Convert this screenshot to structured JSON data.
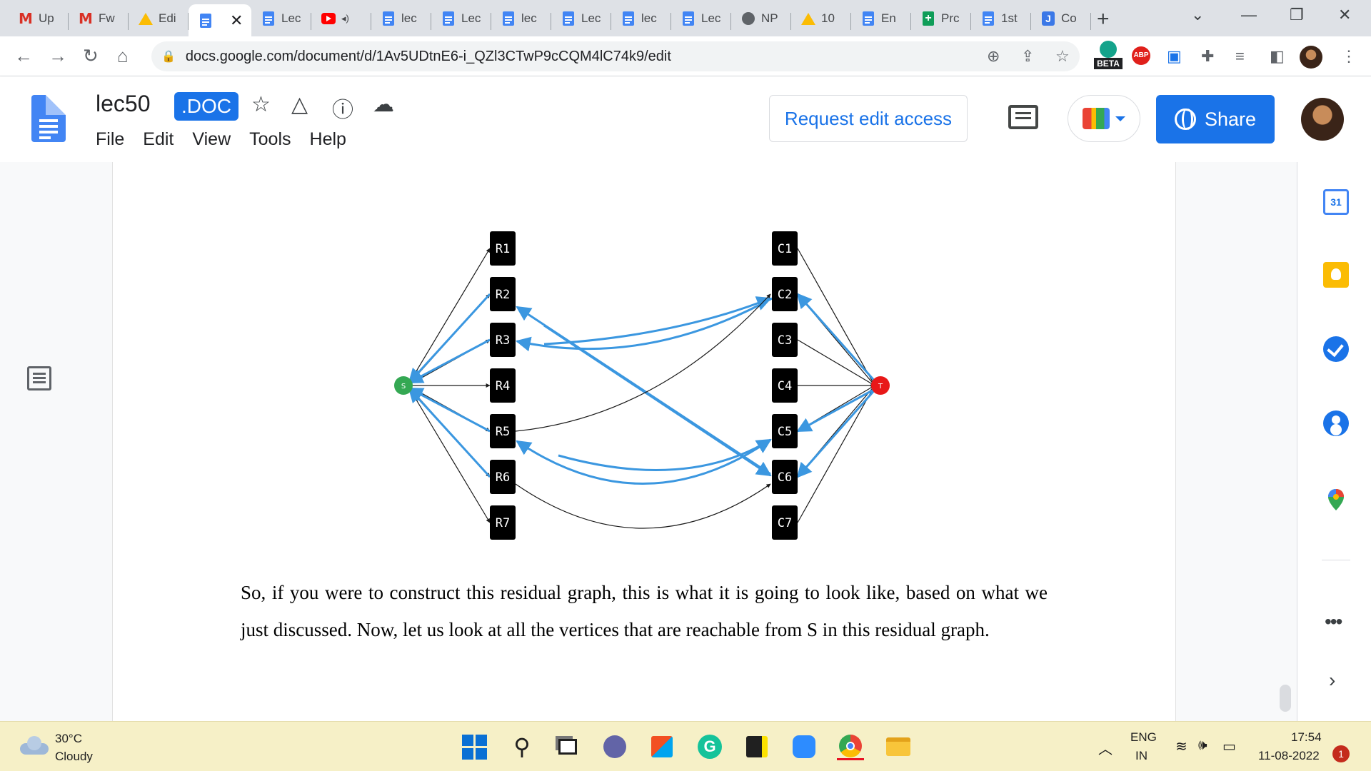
{
  "browser": {
    "tabs": [
      {
        "title": "Up",
        "icon": "gmail-icon"
      },
      {
        "title": "Fw",
        "icon": "gmail-icon"
      },
      {
        "title": "Edi",
        "icon": "drive-icon"
      },
      {
        "title": "",
        "icon": "docs-icon",
        "active": true
      },
      {
        "title": "Lec",
        "icon": "docs-icon"
      },
      {
        "title": "",
        "icon": "youtube-icon",
        "audio": true
      },
      {
        "title": "lec",
        "icon": "docs-icon"
      },
      {
        "title": "Lec",
        "icon": "docs-icon"
      },
      {
        "title": "lec",
        "icon": "docs-icon"
      },
      {
        "title": "Lec",
        "icon": "docs-icon"
      },
      {
        "title": "lec",
        "icon": "docs-icon"
      },
      {
        "title": "Lec",
        "icon": "docs-icon"
      },
      {
        "title": "NP",
        "icon": "globe-icon"
      },
      {
        "title": "10",
        "icon": "drive-icon"
      },
      {
        "title": "En",
        "icon": "docs-icon"
      },
      {
        "title": "Prc",
        "icon": "sheets-icon"
      },
      {
        "title": "1st",
        "icon": "docs-icon"
      },
      {
        "title": "Co",
        "icon": "jamboard-icon"
      }
    ],
    "url": "docs.google.com/document/d/1Av5UDtnE6-i_QZl3CTwP9cCQM4lC74k9/edit",
    "beta_label": "BETA",
    "abp_label": "ABP"
  },
  "docs": {
    "title": "lec50",
    "extension": ".DOC",
    "menu": [
      "File",
      "Edit",
      "View",
      "Tools",
      "Help"
    ],
    "request_edit_label": "Request edit access",
    "share_label": "Share"
  },
  "diagram": {
    "source_label": "S",
    "sink_label": "T",
    "left_nodes": [
      "R1",
      "R2",
      "R3",
      "R4",
      "R5",
      "R6",
      "R7"
    ],
    "right_nodes": [
      "C1",
      "C2",
      "C3",
      "C4",
      "C5",
      "C6",
      "C7"
    ],
    "colors": {
      "node": "#000000",
      "source": "#34a853",
      "sink": "#e81818",
      "blue_edge": "#3b97e0",
      "black_edge": "#1a1a1a"
    }
  },
  "document": {
    "paragraph": "So, if you were to construct this residual graph, this is what it is going to look like, based on what we just discussed. Now, let us look at all the vertices that are reachable from S in this residual graph."
  },
  "sidepanel": {
    "calendar_day": "31"
  },
  "taskbar": {
    "weather_temp": "30°C",
    "weather_desc": "Cloudy",
    "lang_top": "ENG",
    "lang_bottom": "IN",
    "time": "17:54",
    "date": "11-08-2022",
    "notification_count": "1"
  }
}
